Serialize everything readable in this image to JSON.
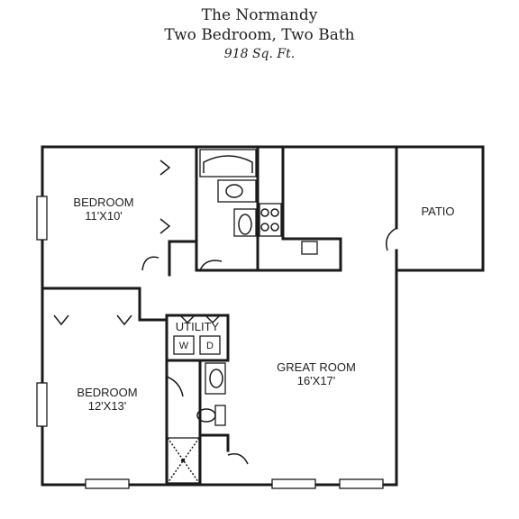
{
  "plan": {
    "name": "The Normandy",
    "type": "Two Bedroom, Two Bath",
    "area": "918 Sq. Ft."
  },
  "rooms": {
    "bedroom1_name": "BEDROOM",
    "bedroom1_size": "11'X10'",
    "bedroom2_name": "BEDROOM",
    "bedroom2_size": "12'X13'",
    "great_room_name": "GREAT ROOM",
    "great_room_size": "16'X17'",
    "patio": "PATIO",
    "utility": "UTILITY",
    "washer": "W",
    "dryer": "D"
  }
}
